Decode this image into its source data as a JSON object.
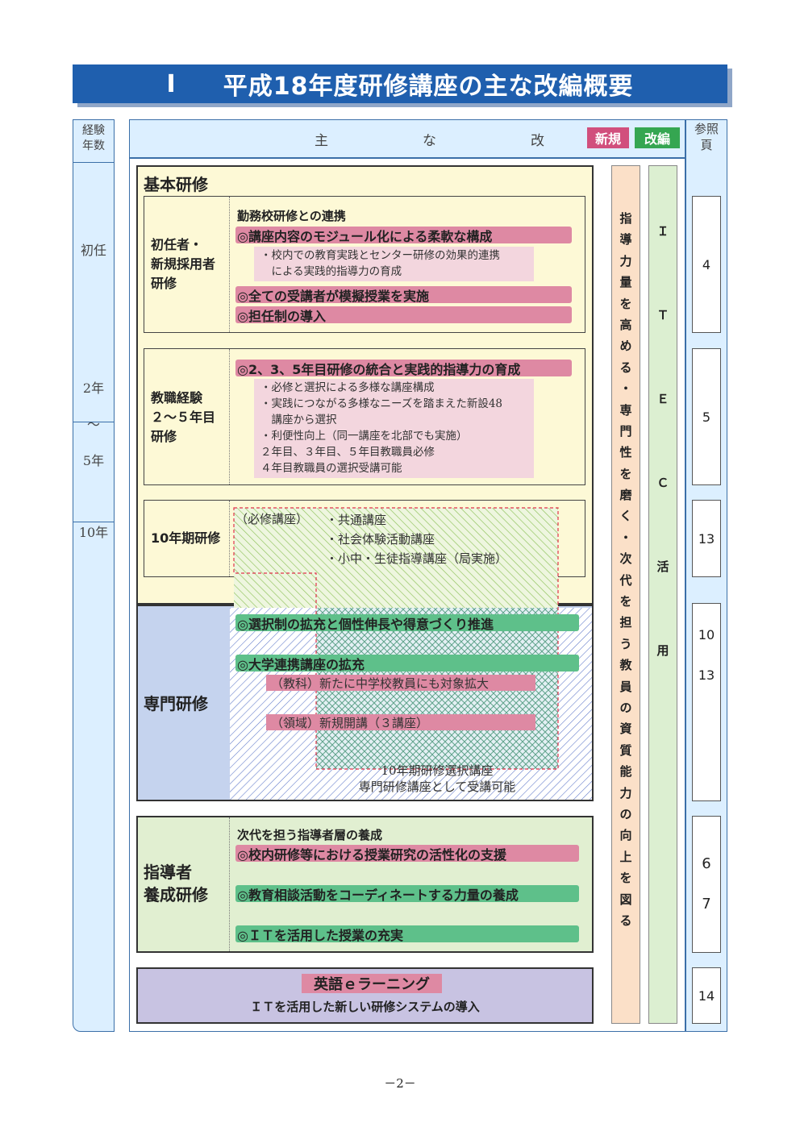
{
  "title": {
    "number": "Ⅰ",
    "text": "平成18年度研修講座の主な改編概要"
  },
  "header": {
    "experience_label": "経験\n年数",
    "main_label": "主　な　改　編",
    "badge_new": "新規",
    "badge_revised": "改編",
    "ref_label": "参照\n頁"
  },
  "experience": {
    "first": "初任",
    "mid_top": "2年",
    "mid_tilde": "～",
    "mid_bottom": "5年",
    "tenth": "10年"
  },
  "colors": {
    "accent_blue": "#1f5fae",
    "new_pink": "#d14f7d",
    "revised_green": "#35a651",
    "frame_blue": "#3b6fa8"
  },
  "kihon": {
    "title": "基本研修",
    "shonin": {
      "label": "初任者・\n新規採用者\n研修",
      "intro": "勤務校研修との連携",
      "item1": "◎講座内容のモジュール化による柔軟な構成",
      "note": "・校内での教育実践とセンター研修の効果的連携\n　による実践的指導力の育成",
      "item2": "◎全ての受講者が模擬授業を実施",
      "item3": "◎担任制の導入"
    },
    "keiken": {
      "label": "教職経験\n２～５年目\n研修",
      "item1": "◎2、3、5年目研修の統合と実践的指導力の育成",
      "notes": "・必修と選択による多様な講座構成\n・実践につながる多様なニーズを踏まえた新設48\n　講座から選択\n・利便性向上（同一講座を北部でも実施）\n２年目、３年目、５年目教職員必修\n４年目教職員の選択受講可能"
    },
    "tenyear": {
      "label": "10年期研修",
      "required": "（必修講座）",
      "list": "・共通講座\n・社会体験活動講座\n・小中・生徒指導講座（局実施）"
    }
  },
  "senmon": {
    "title": "専門研修",
    "item1": "◎選択制の拡充と個性伸長や得意づくり推進",
    "item2": "◎大学連携講座の拡充",
    "sub1": "（教科）新たに中学校教員にも対象拡大",
    "sub2": "（領域）新規開講（３講座）",
    "note": "10年期研修選択講座\n専門研修講座として受講可能"
  },
  "shido": {
    "title": "指導者\n養成研修",
    "intro": "次代を担う指導者層の養成",
    "item1": "◎校内研修等における授業研究の活性化の支援",
    "item2": "◎教育相談活動をコーディネートする力量の養成",
    "item3": "◎ＩＴを活用した授業の充実"
  },
  "eigo": {
    "title": "英語ｅラーニング",
    "subtitle": "ＩＴを活用した新しい研修システムの導入"
  },
  "vertical_text_1": "指導力量を高める・専門性を磨く・次代を担う教員の資質能力の向上を図る",
  "vertical_text_2": "ＩＴＥＣ活用",
  "refs": {
    "r1": "4",
    "r2": "5",
    "r3": "13",
    "r4a": "10",
    "r4b": "13",
    "r5a": "6",
    "r5b": "7",
    "r6": "14"
  },
  "page_number": "－2－"
}
